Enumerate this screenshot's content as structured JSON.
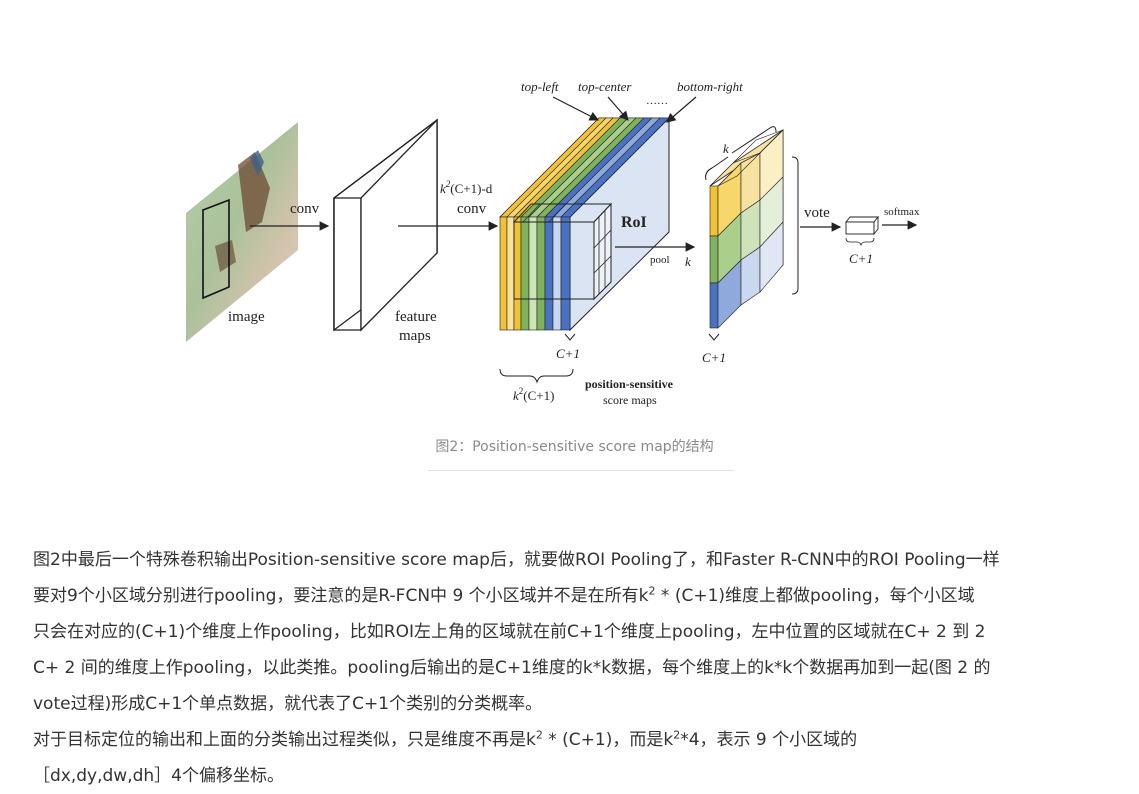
{
  "figure": {
    "labels": {
      "image": "image",
      "conv": "conv",
      "feature": "feature",
      "maps": "maps",
      "k2_conv_a": "k",
      "k2_conv_sup": "2",
      "k2_conv_b": "(C+1)-d",
      "conv2": "conv",
      "top_left": "top-left",
      "top_center": "top-center",
      "bottom_right": "bottom-right",
      "dots": "……",
      "roi": "RoI",
      "pool": "pool",
      "c1_a": "C+1",
      "k2c1_a": "k",
      "k2c1_sup": "2",
      "k2c1_b": "(C+1)",
      "pos_sens": "position-sensitive",
      "score_maps": "score maps",
      "k_top": "k",
      "k_side": "k",
      "c1_b": "C+1",
      "vote": "vote",
      "softmax": "softmax",
      "c1_c": "C+1"
    },
    "colors": {
      "yellow": "#f2c232",
      "green": "#7fb35a",
      "blue": "#4a72c4",
      "light_yellow": "#f7e2a0",
      "light_green": "#cfe3bb",
      "light_blue": "#c9d7ef"
    }
  },
  "caption": "图2：Position-sensitive score map的结构",
  "paragraphs": [
    {
      "l1": "图2中最后一个特殊卷积输出Position-sensitive score map后，就要做ROI Pooling了，和Faster R-CNN中的ROI Pooling一样",
      "l2a": "要对9个小区域分别进行pooling，要注意的是R-FCN中 9 个小区域并不是在所有k",
      "l2sup": "2",
      "l2b": " * (C+1)维度上都做pooling，每个小区域",
      "l3": "只会在对应的(C+1)个维度上作pooling，比如ROI左上角的区域就在前C+1个维度上pooling，左中位置的区域就在C+ 2 到 2",
      "l4": "C+ 2 间的维度上作pooling，以此类推。pooling后输出的是C+1维度的k*k数据，每个维度上的k*k个数据再加到一起(图 2 的",
      "l5": "vote过程)形成C+1个单点数据，就代表了C+1个类别的分类概率。"
    },
    {
      "l1a": "对于目标定位的输出和上面的分类输出过程类似，只是维度不再是k",
      "l1sup": "2",
      "l1b": " * (C+1)，而是k",
      "l1sup2": "2",
      "l1c": "*4，表示 9 个小区域的",
      "l2": "［dx,dy,dw,dh］4个偏移坐标。"
    }
  ]
}
